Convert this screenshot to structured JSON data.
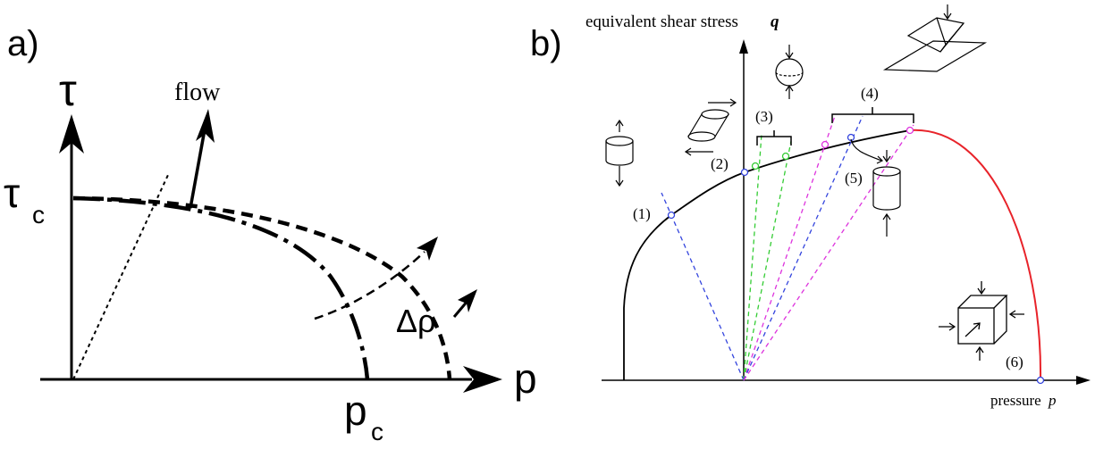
{
  "panel_a": {
    "label": "a)",
    "y_axis_symbol": "τ",
    "y_intercept_symbol": "τ",
    "y_intercept_subscript": "c",
    "x_axis_symbol": "p",
    "x_intercept_symbol": "p",
    "x_intercept_subscript": "c",
    "flow_label": "flow",
    "density_label": "Δρ"
  },
  "panel_b": {
    "label": "b)",
    "y_axis_label": "equivalent shear stress",
    "y_axis_symbol": "q",
    "x_axis_label": "pressure",
    "x_axis_symbol": "p",
    "region_labels": [
      "(1)",
      "(2)",
      "(3)",
      "(4)",
      "(5)",
      "(6)"
    ],
    "colors": {
      "curve_main": "#000000",
      "curve_cap": "#e8232a",
      "test_1_5": "#3344dd",
      "test_3": "#33cc33",
      "test_4": "#dd33dd"
    }
  }
}
